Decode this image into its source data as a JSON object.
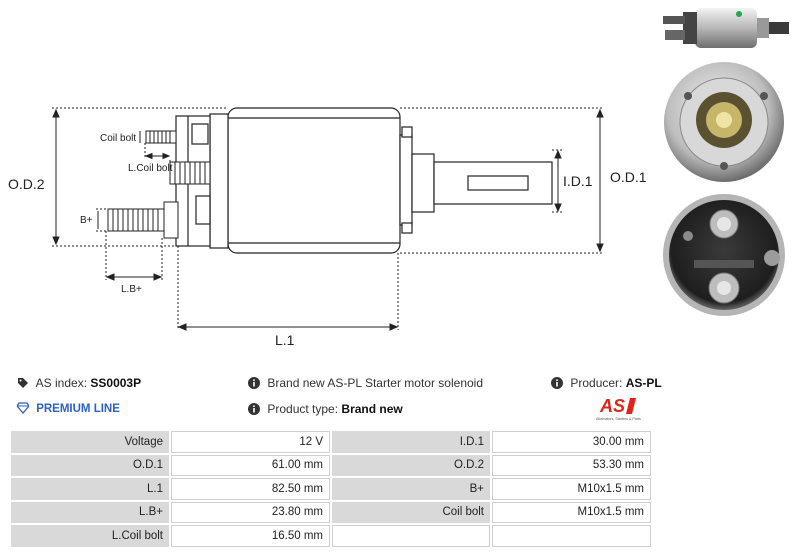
{
  "drawing": {
    "labels": {
      "od2": "O.D.2",
      "od1": "O.D.1",
      "id1": "I.D.1",
      "coil_bolt": "Coil bolt",
      "l_coil_bolt": "L.Coil bolt",
      "b_plus": "B+",
      "lb_plus": "L.B+",
      "l1": "L.1"
    }
  },
  "info": {
    "as_index_label": "AS index:",
    "as_index_value": "SS0003P",
    "premium_line": "PREMIUM LINE",
    "description": "Brand new AS-PL Starter motor solenoid",
    "product_type_label": "Product type:",
    "product_type_value": "Brand new",
    "producer_label": "Producer:",
    "producer_value": "AS-PL",
    "logo_text": "AS",
    "logo_tagline": "Alternators, Starters & Parts",
    "accent_color": "#2a62c8",
    "logo_color": "#e2231a"
  },
  "specs": [
    {
      "l1": "Voltage",
      "v1": "12 V",
      "l2": "I.D.1",
      "v2": "30.00 mm"
    },
    {
      "l1": "O.D.1",
      "v1": "61.00 mm",
      "l2": "O.D.2",
      "v2": "53.30 mm"
    },
    {
      "l1": "L.1",
      "v1": "82.50 mm",
      "l2": "B+",
      "v2": "M10x1.5 mm"
    },
    {
      "l1": "L.B+",
      "v1": "23.80 mm",
      "l2": "Coil bolt",
      "v2": "M10x1.5 mm"
    },
    {
      "l1": "L.Coil bolt",
      "v1": "16.50 mm",
      "l2": "",
      "v2": ""
    }
  ]
}
